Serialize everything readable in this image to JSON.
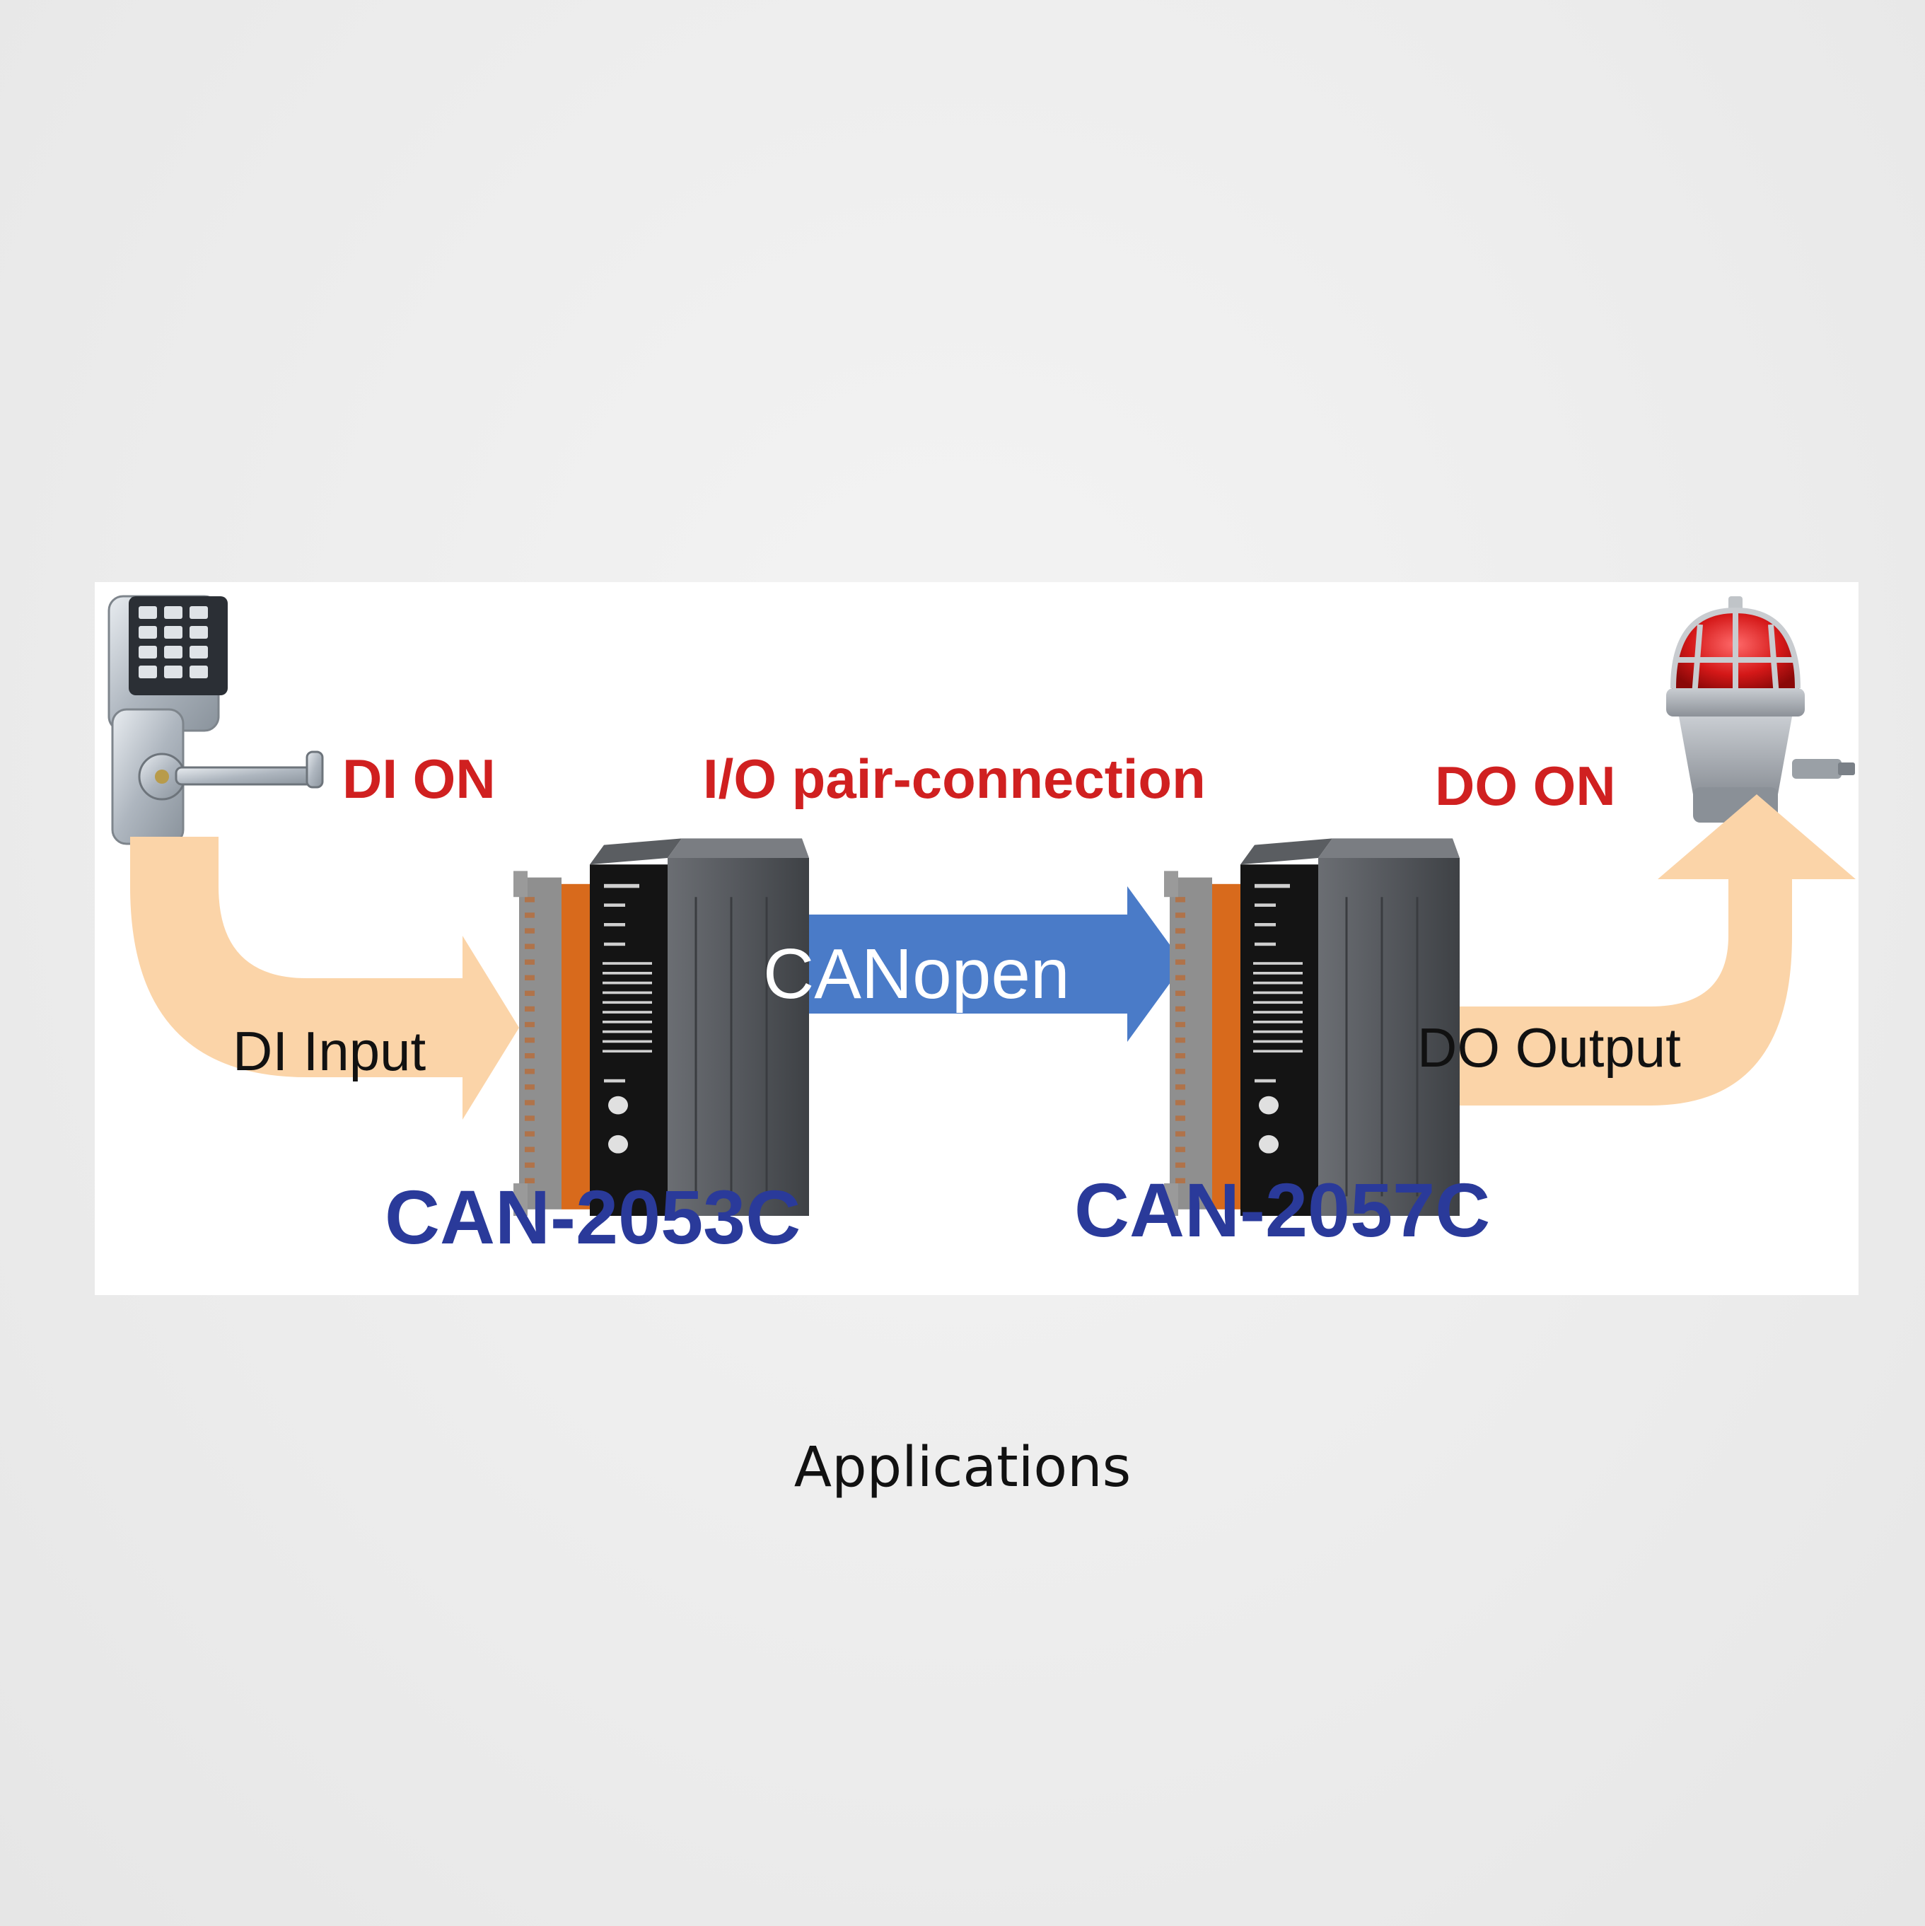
{
  "diagram": {
    "labels": {
      "di_on": "DI ON",
      "io_pair": "I/O pair-connection",
      "do_on": "DO ON",
      "di_input": "DI Input",
      "canopen": "CANopen",
      "do_output": "DO Output",
      "module_left": "CAN-2053C",
      "module_right": "CAN-2057C"
    },
    "colors": {
      "red_text": "#d02020",
      "blue_text": "#2a3a9a",
      "arrow_orange": "#fbd4a8",
      "arrow_blue": "#4a7bc8"
    },
    "icons": {
      "left_device": "keypad-door-lock-icon",
      "right_device": "red-warning-beacon-icon"
    }
  },
  "caption": "Applications"
}
